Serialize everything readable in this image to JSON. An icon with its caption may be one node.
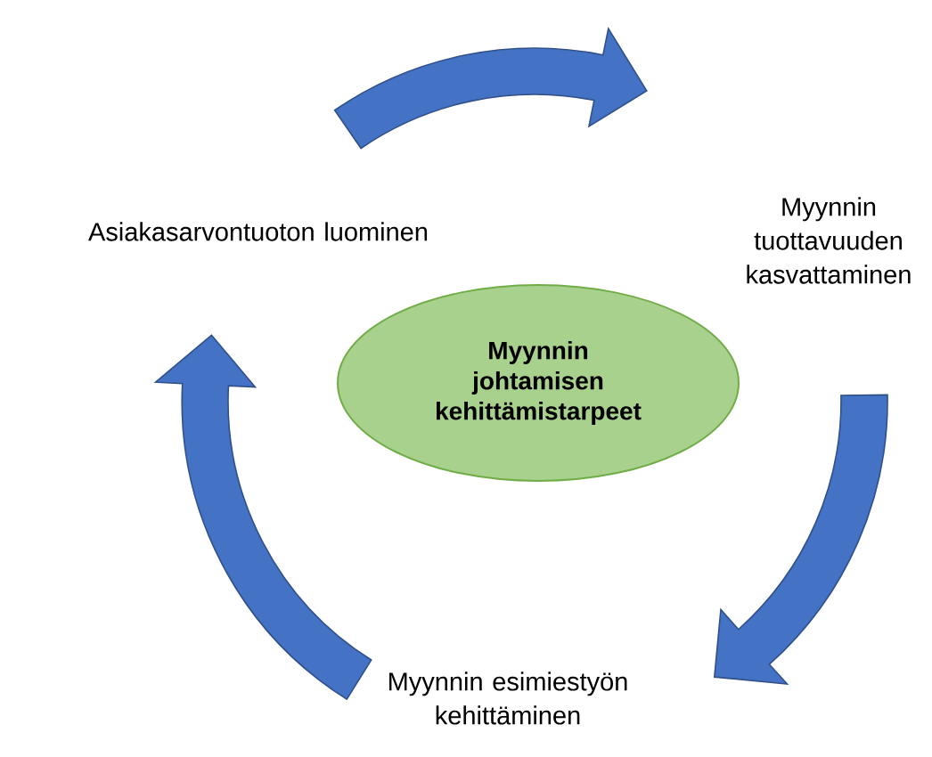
{
  "diagram": {
    "nodes": [
      {
        "text": [
          "Asiakasarvontuoton luominen"
        ]
      },
      {
        "text": [
          "Myynnin tuottavuuden kasvattaminen"
        ]
      },
      {
        "text": [
          "Myynnin esimiestyön kehittäminen"
        ]
      },
      {
        "text": [
          "Myynnin johtamisen kehittämistarpeet"
        ]
      }
    ],
    "edges": [
      {
        "from": 0,
        "to": 1,
        "arrow": "to"
      },
      {
        "from": 1,
        "to": 2,
        "arrow": "to"
      },
      {
        "from": 2,
        "to": 0,
        "arrow": "to"
      }
    ]
  }
}
